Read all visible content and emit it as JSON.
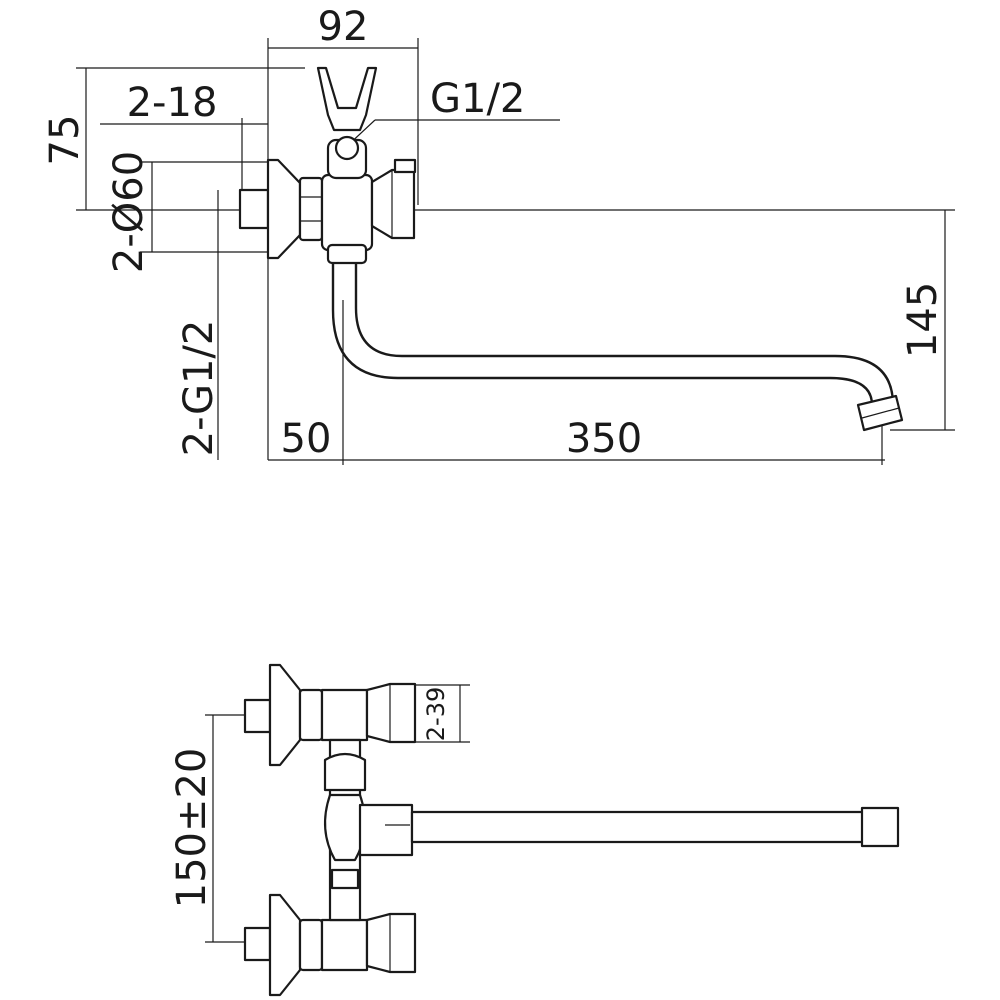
{
  "side_view": {
    "dim_width_top": "92",
    "dim_height_top": "75",
    "dim_bolt": "2-18",
    "dim_flange": "2-Ø60",
    "dim_inlet_thread": "2-G1/2",
    "dim_shower_thread": "G1/2",
    "dim_offset": "50",
    "dim_spout_length": "350",
    "dim_spout_height": "145"
  },
  "top_view": {
    "dim_handle": "2-39",
    "dim_centers": "150±20"
  }
}
